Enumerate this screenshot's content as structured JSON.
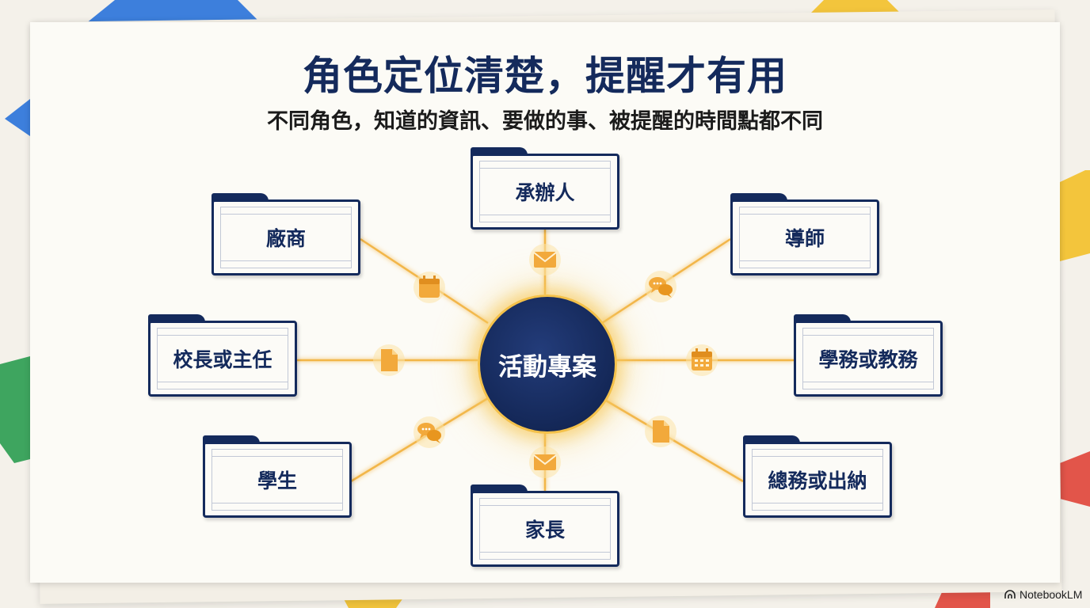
{
  "title": "角色定位清楚，提醒才有用",
  "subtitle": "不同角色，知道的資訊、要做的事、被提醒的時間點都不同",
  "hub": "活動專案",
  "roles": {
    "organizer": "承辦人",
    "vendor": "廠商",
    "mentor": "導師",
    "principal": "校長或主任",
    "academic": "學務或教務",
    "student": "學生",
    "general_affairs": "總務或出納",
    "parent": "家長"
  },
  "links": [
    {
      "role": "organizer",
      "icon": "envelope-icon"
    },
    {
      "role": "vendor",
      "icon": "calendar-icon"
    },
    {
      "role": "mentor",
      "icon": "chat-bubbles-icon"
    },
    {
      "role": "principal",
      "icon": "document-icon"
    },
    {
      "role": "academic",
      "icon": "calendar-icon"
    },
    {
      "role": "student",
      "icon": "chat-bubbles-icon"
    },
    {
      "role": "general_affairs",
      "icon": "document-icon"
    },
    {
      "role": "parent",
      "icon": "envelope-icon"
    }
  ],
  "brand": "NotebookLM",
  "colors": {
    "navy": "#142a5c",
    "accent_gold": "#f2a93b",
    "corner_blue": "#3d7fdc",
    "corner_yellow": "#f3c53c",
    "corner_green": "#3ea55f",
    "corner_red": "#e2554a"
  }
}
